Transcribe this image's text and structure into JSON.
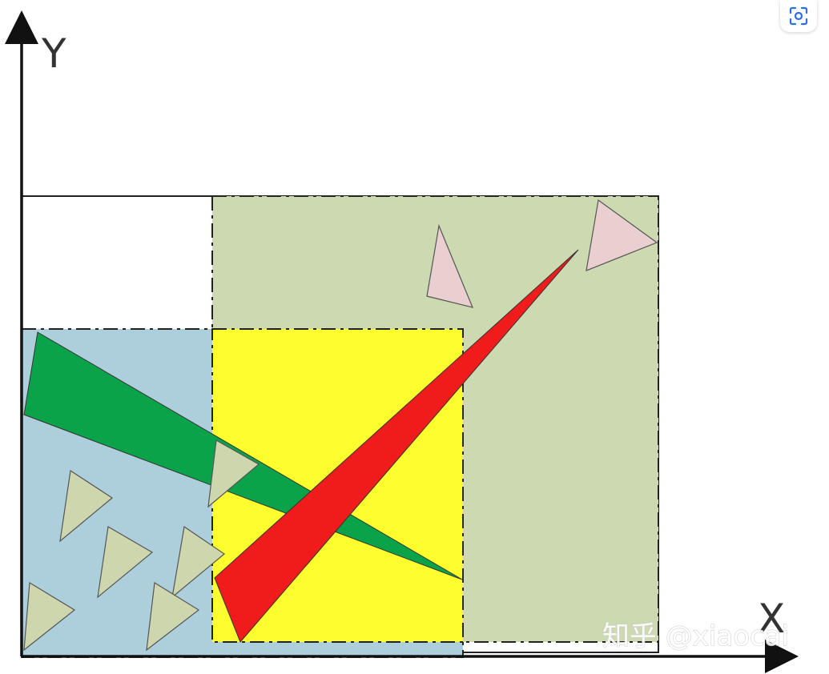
{
  "axes": {
    "y_label": "Y",
    "x_label": "X"
  },
  "watermark": "知乎 @xiaocai",
  "colors": {
    "large_region_fill": "#ccd9b1",
    "left_region_fill": "#adcfdc",
    "center_region_fill": "#fefe2e",
    "green_triangle": "#0ba34a",
    "red_triangle": "#f01c1c",
    "small_triangle_fill": "#cdd6ad",
    "pink_triangle_fill": "#e9cfd0",
    "outline": "#222222"
  },
  "icons": {
    "scan_button": "scan-icon"
  }
}
